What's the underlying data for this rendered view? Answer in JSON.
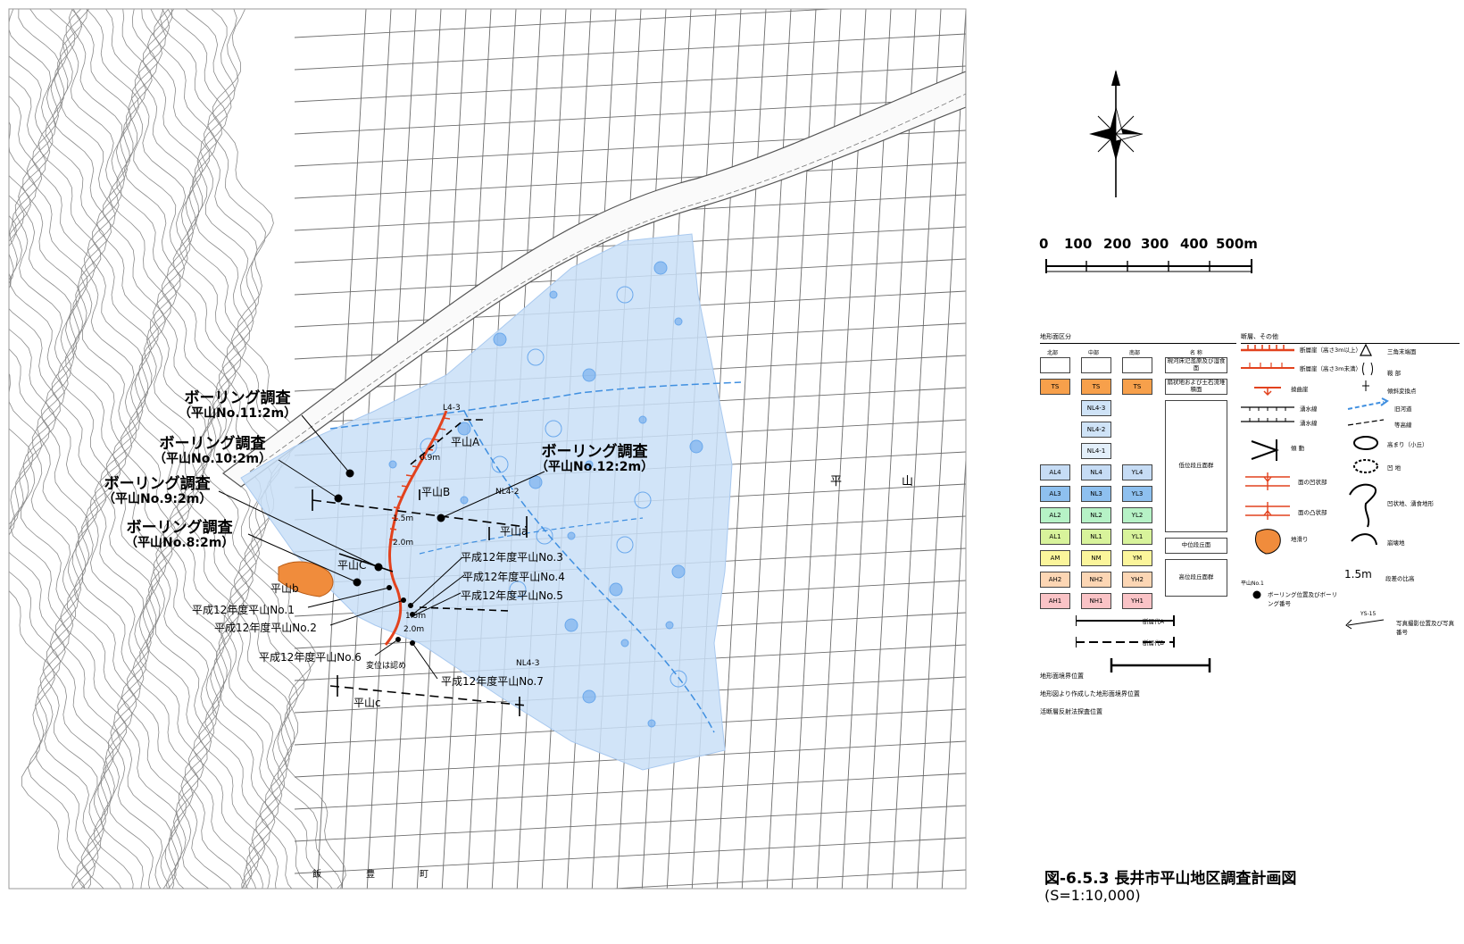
{
  "figure": {
    "caption": "図-6.5.3 長井市平山地区調査計画図",
    "scale_text": "(S=1:10,000)"
  },
  "scale_bar": {
    "ticks": [
      "0",
      "100",
      "200",
      "300",
      "400",
      "500m"
    ]
  },
  "boring_callouts": [
    {
      "title": "ボーリング調査",
      "sub": "（平山No.11:2m）"
    },
    {
      "title": "ボーリング調査",
      "sub": "（平山No.10:2m）"
    },
    {
      "title": "ボーリング調査",
      "sub": "（平山No.9:2m）"
    },
    {
      "title": "ボーリング調査",
      "sub": "（平山No.8:2m）"
    },
    {
      "title": "ボーリング調査",
      "sub": "（平山No.12:2m）"
    }
  ],
  "h12_borings": [
    "平成12年度平山No.1",
    "平成12年度平山No.2",
    "平成12年度平山No.3",
    "平成12年度平山No.4",
    "平成12年度平山No.5",
    "平成12年度平山No.6",
    "平成12年度平山No.7"
  ],
  "survey_lines": [
    "平山A",
    "平山B",
    "平山a",
    "平山C",
    "平山b",
    "平山c"
  ],
  "map_small_labels": [
    "0.9m",
    "1.5m",
    "2.0m",
    "1.5m",
    "2.0m",
    "NL4-2",
    "NL4-3",
    "L4-3",
    "変位は認め",
    "平",
    "山",
    "飯",
    "豊",
    "町"
  ],
  "legend_left": {
    "title": "地形面区分",
    "col_heads": [
      "北部",
      "中部",
      "南部",
      "名 称"
    ],
    "rows": [
      {
        "n": "",
        "c": "",
        "s": "",
        "color": "#ffffff"
      },
      {
        "n": "TS",
        "c": "TS",
        "s": "TS",
        "color": "#f7a04b"
      },
      {
        "n": "",
        "c": "NL4-3",
        "s": "",
        "color": "#cfe3f7"
      },
      {
        "n": "",
        "c": "NL4-2",
        "s": "",
        "color": "#cfe3f7"
      },
      {
        "n": "",
        "c": "NL4-1",
        "s": "",
        "color": "#e3effa"
      },
      {
        "n": "AL4",
        "c": "NL4",
        "s": "YL4",
        "color": "#c6dcf5"
      },
      {
        "n": "AL3",
        "c": "NL3",
        "s": "YL3",
        "color": "#8ec0ef"
      },
      {
        "n": "AL2",
        "c": "NL2",
        "s": "YL2",
        "color": "#b6f2c6"
      },
      {
        "n": "AL1",
        "c": "NL1",
        "s": "YL1",
        "color": "#d8f39b"
      },
      {
        "n": "AM",
        "c": "NM",
        "s": "YM",
        "color": "#fbf59b"
      },
      {
        "n": "AH2",
        "c": "NH2",
        "s": "YH2",
        "color": "#fcd6b4"
      },
      {
        "n": "AH1",
        "c": "NH1",
        "s": "YH1",
        "color": "#fac3c6"
      }
    ],
    "names": [
      "現河床氾濫原及び湿食面",
      "扇状地および土石流堆積面",
      "低位段丘面群",
      "中位段丘面",
      "高位段丘面群"
    ],
    "line_keys": [
      "断層代A",
      "断層代B"
    ],
    "line_labels": [
      "地形面境界位置",
      "地形図より作成した地形面境界位置",
      "活断層反射法探査位置"
    ]
  },
  "legend_right": {
    "title": "断層、その他",
    "items": [
      "断層崖（高さ3m以上）",
      "断層崖（高さ3m未満）",
      "撓曲崖",
      "湧水線",
      "湧水線",
      "傾 動",
      "面の凹状部",
      "面の凸状部",
      "地滑り",
      "ボーリング位置及びボーリング番号",
      "三角末端面",
      "鞍 部",
      "傾斜変換点",
      "旧河道",
      "等高線",
      "高まり（小丘）",
      "凹 地",
      "凹状地、湧食地形",
      "崩壊地",
      "段差の比高",
      "写真撮影位置及び写真番号"
    ],
    "boring_symbol_label": "平山No.1",
    "step_value": "1.5m",
    "photo_code": "YS-15"
  },
  "colors": {
    "survey_area": "#c9dff7",
    "fault_red": "#e2421e",
    "landslide_orange": "#f08c3c",
    "old_channel_blue": "#3f8fe0"
  }
}
